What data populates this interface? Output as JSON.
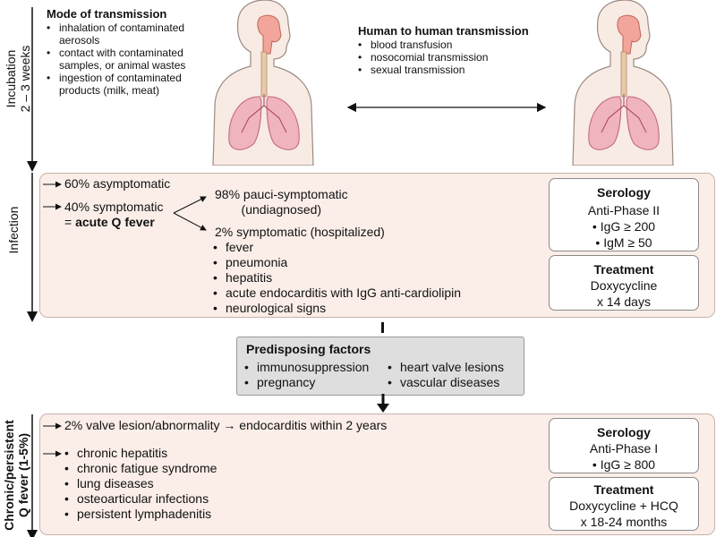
{
  "stages": {
    "incubation": [
      "Incubation",
      "2 – 3 weeks"
    ],
    "infection": "Infection",
    "chronic": [
      "Chronic/persistent",
      "Q fever (1-5%)"
    ]
  },
  "transmission": {
    "mode_title": "Mode of transmission",
    "mode_items": [
      "inhalation of contaminated aerosols",
      "contact with contaminated samples, or animal wastes",
      "ingestion of contaminated products (milk, meat)"
    ],
    "h2h_title": "Human to human transmission",
    "h2h_items": [
      "blood transfusion",
      "nosocomial transmission",
      "sexual transmission"
    ]
  },
  "infection": {
    "asymptomatic": "60% asymptomatic",
    "symptomatic_line1": "40% symptomatic",
    "symptomatic_prefix": "= ",
    "symptomatic_bold": "acute Q fever",
    "pauci_line1": "98% pauci-symptomatic",
    "pauci_line2": "(undiagnosed)",
    "symptomatic_hosp": "2% symptomatic (hospitalized)",
    "signs": [
      "fever",
      "pneumonia",
      "hepatitis",
      "acute endocarditis with IgG anti-cardiolipin",
      "neurological signs"
    ],
    "serology": {
      "title": "Serology",
      "line1": "Anti-Phase II",
      "items": [
        "IgG ≥ 200",
        "IgM ≥ 50"
      ]
    },
    "treatment": {
      "title": "Treatment",
      "line1": "Doxycycline",
      "line2": "x 14 days"
    }
  },
  "predisposing": {
    "title": "Predisposing factors",
    "col1": [
      "immunosuppression",
      "pregnancy"
    ],
    "col2": [
      "heart valve lesions",
      "vascular diseases"
    ]
  },
  "chronic": {
    "valve": "2% valve lesion/abnormality → endocarditis within 2 years",
    "items": [
      "chronic hepatitis",
      "chronic fatigue syndrome",
      "lung diseases",
      "osteoarticular infections",
      "persistent lymphadenitis"
    ],
    "serology": {
      "title": "Serology",
      "line1": "Anti-Phase I",
      "items": [
        "IgG ≥ 800"
      ]
    },
    "treatment": {
      "title": "Treatment",
      "line1": "Doxycycline + HCQ",
      "line2": "x 18-24 months"
    }
  }
}
